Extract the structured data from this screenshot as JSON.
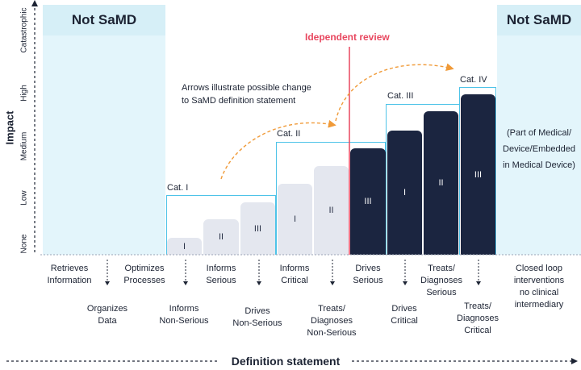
{
  "zones": {
    "left_title": "Not SaMD",
    "right_title": "Not SaMD",
    "right_note": [
      "(Part of Medical/",
      "Device/Embedded",
      "in Medical Device)"
    ]
  },
  "y_axis": {
    "title": "Impact",
    "ticks": [
      "None",
      "Low",
      "Medium",
      "High",
      "Catastrophic"
    ]
  },
  "x_axis": {
    "title": "Definition statement"
  },
  "independent_review": "Idependent review",
  "arrow_note": [
    "Arrows illustrate possible change",
    "to SaMD definition statement"
  ],
  "categories": [
    "Cat. I",
    "Cat. II",
    "Cat. III",
    "Cat. IV"
  ],
  "bars": [
    {
      "label": "I",
      "level": 0.2,
      "style": "light"
    },
    {
      "label": "II",
      "level": 0.45,
      "style": "light"
    },
    {
      "label": "III",
      "level": 0.65,
      "style": "light"
    },
    {
      "label": "I",
      "level": 0.9,
      "style": "light"
    },
    {
      "label": "II",
      "level": 1.1,
      "style": "light"
    },
    {
      "label": "III",
      "level": 1.35,
      "style": "dark"
    },
    {
      "label": "I",
      "level": 1.55,
      "style": "dark"
    },
    {
      "label": "II",
      "level": 1.75,
      "style": "dark"
    },
    {
      "label": "III",
      "level": 1.95,
      "style": "dark"
    }
  ],
  "statements_top": [
    [
      "Retrieves",
      "Information"
    ],
    [
      "Optimizes",
      "Processes"
    ],
    [
      "Informs",
      "Serious"
    ],
    [
      "Informs",
      "Critical"
    ],
    [
      "Drives",
      "Serious"
    ],
    [
      "Treats/",
      "Diagnoses",
      "Serious"
    ],
    [
      "Closed loop",
      "interventions",
      "no clinical",
      "intermediary"
    ]
  ],
  "statements_bottom": [
    [
      "Organizes",
      "Data"
    ],
    [
      "Informs",
      "Non-Serious"
    ],
    [
      "Drives",
      "Non-Serious"
    ],
    [
      "Treats/",
      "Diagnoses",
      "Non-Serious"
    ],
    [
      "Drives",
      "Critical"
    ],
    [
      "Treats/",
      "Diagnoses",
      "Critical"
    ]
  ]
}
